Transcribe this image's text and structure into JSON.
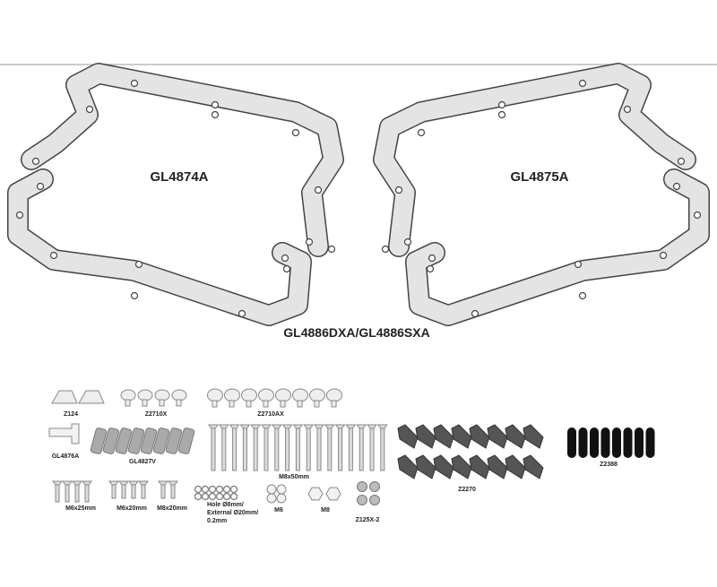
{
  "frames": {
    "left_upper": "GL4874A",
    "right_upper": "GL4875A",
    "lower_pair": "GL4886DXA/GL4886SXA"
  },
  "parts": {
    "z124": "Z124",
    "z2710x": "Z2710X",
    "z2710ax": "Z2710AX",
    "gl4876a": "GL4876A",
    "gl4827v": "GL4827V",
    "m8x50": "M8x50mm",
    "m6x25": "M6x25mm",
    "m6x20": "M6x20mm",
    "m8x20": "M8x20mm",
    "washer_line1": "Hole Ø8mm/",
    "washer_line2": "External Ø20mm/",
    "washer_line3": "0.2mm",
    "m6": "M6",
    "m8": "M8",
    "z125x2": "Z125X-2",
    "z2270": "Z2270",
    "z2388": "Z2388"
  }
}
